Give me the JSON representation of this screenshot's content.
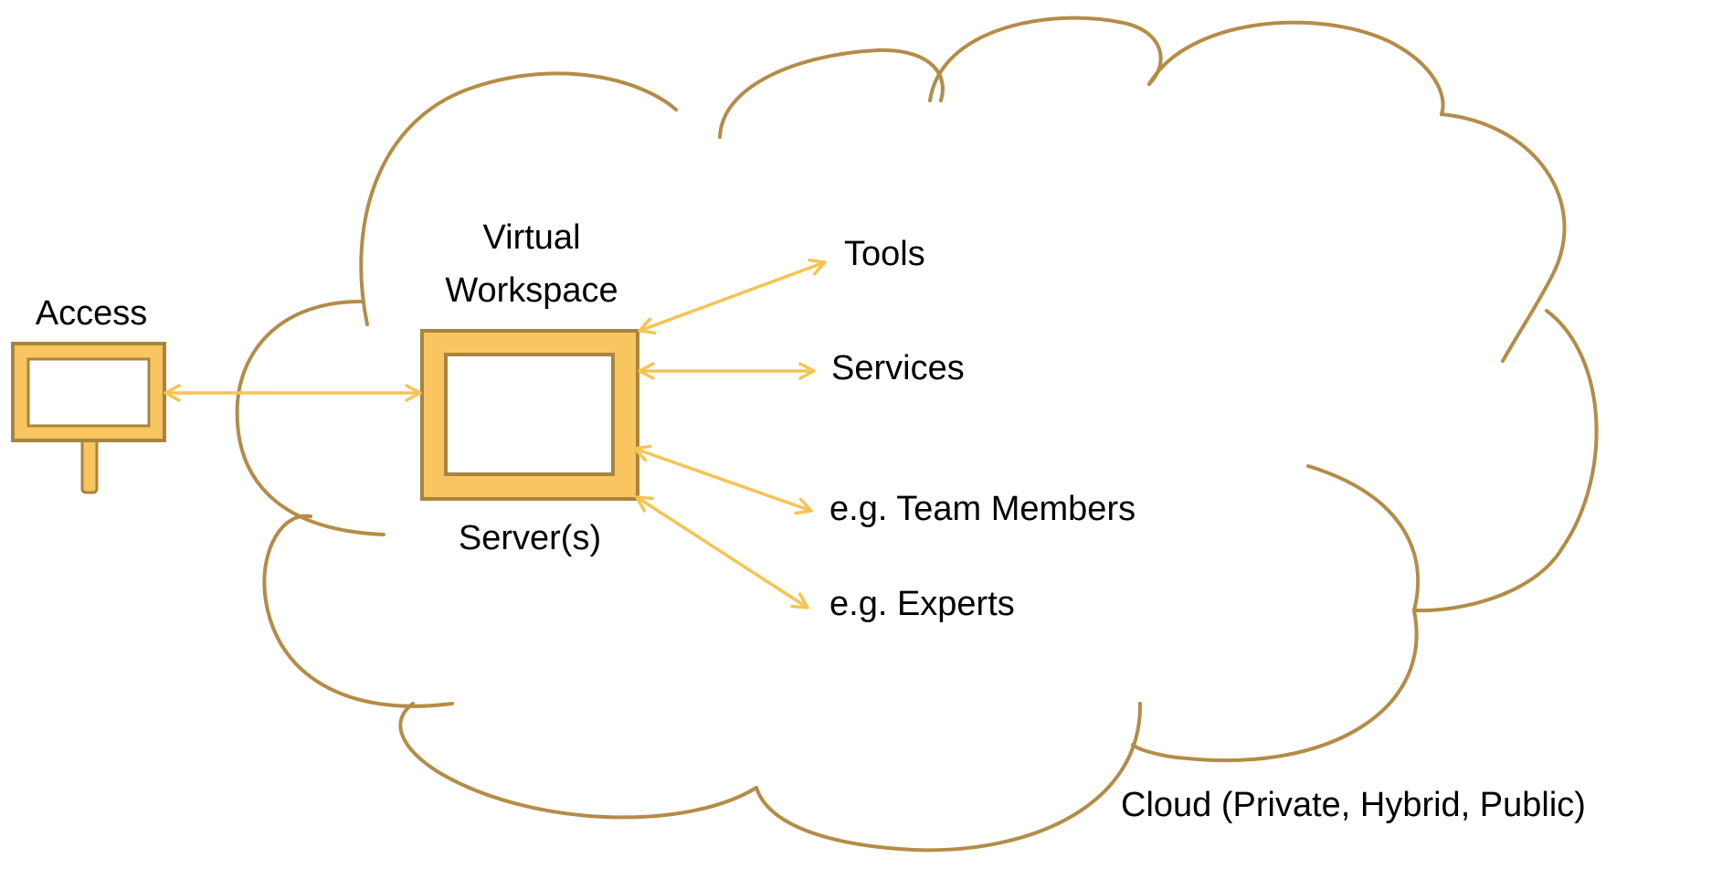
{
  "colors": {
    "cloud_outline": "#B48C46",
    "box_fill": "#F8C560",
    "box_border": "#A8843E",
    "arrow": "#F5C454"
  },
  "labels": {
    "access": "Access",
    "virtual_workspace_line1": "Virtual",
    "virtual_workspace_line2": "Workspace",
    "server": "Server(s)",
    "tools": "Tools",
    "services": "Services",
    "team_members": "e.g. Team Members",
    "experts": "e.g. Experts",
    "cloud": "Cloud (Private, Hybrid, Public)"
  },
  "icons": {
    "access_terminal": "monitor-on-stand-icon",
    "server_box": "server-window-icon"
  }
}
